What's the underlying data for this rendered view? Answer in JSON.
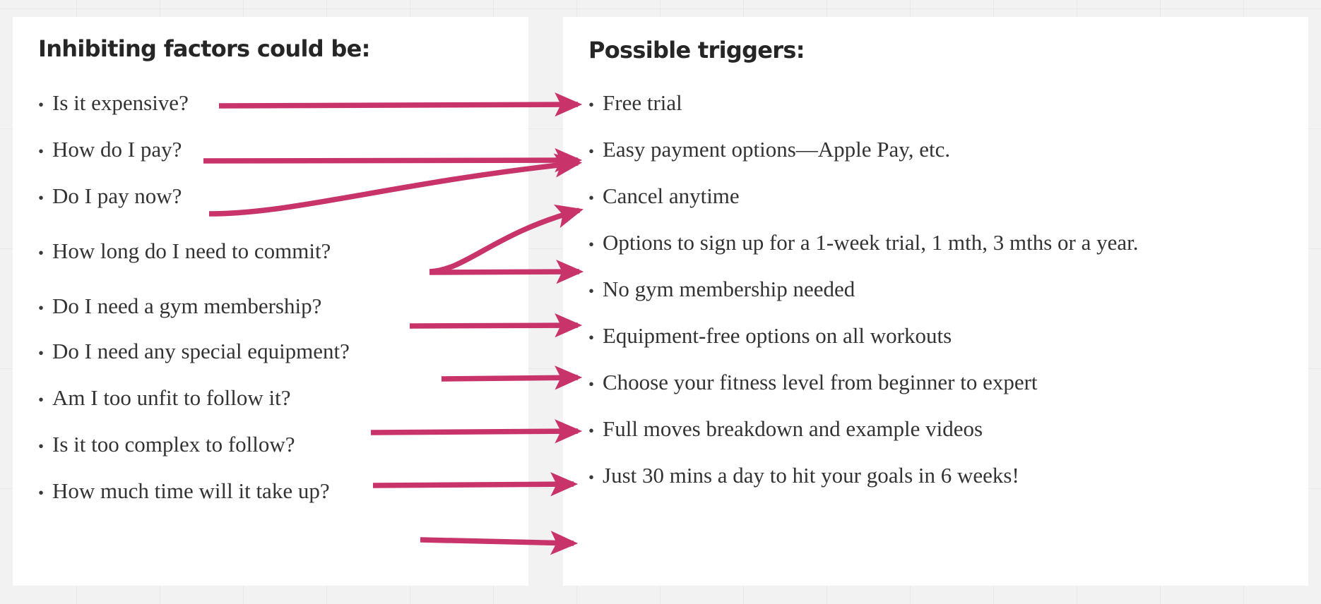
{
  "theme": {
    "page_background": "#f2f2f2",
    "card_background": "#ffffff",
    "heading_color": "#262626",
    "body_text_color": "#333333",
    "arrow_color": "#c8336a"
  },
  "left_panel": {
    "heading": "Inhibiting factors could be:",
    "bullet_glyph": "•",
    "items": [
      {
        "label": "Is it expensive?"
      },
      {
        "label": "How do I pay?"
      },
      {
        "label": "Do I pay now?"
      },
      {
        "label": "How long do I need to commit?"
      },
      {
        "label": "Do I need a gym membership?"
      },
      {
        "label": "Do I need any special equipment?"
      },
      {
        "label": "Am I too unfit to follow it?"
      },
      {
        "label": "Is it too complex to follow?"
      },
      {
        "label": "How much time will it take up?"
      }
    ]
  },
  "right_panel": {
    "heading": "Possible triggers:",
    "bullet_glyph": "•",
    "items": [
      {
        "label": "Free trial"
      },
      {
        "label": "Easy payment options—Apple Pay, etc."
      },
      {
        "label": "Cancel anytime"
      },
      {
        "label": "Options to sign up for a 1-week trial, 1 mth, 3 mths or a year."
      },
      {
        "label": "No gym membership needed"
      },
      {
        "label": "Equipment-free options on all workouts"
      },
      {
        "label": "Choose your fitness level from beginner to expert"
      },
      {
        "label": "Full moves breakdown and example videos"
      },
      {
        "label": "Just 30 mins a day to hit your goals in 6 weeks!"
      }
    ]
  },
  "connections": [
    {
      "from": "Is it expensive?",
      "to": "Free trial",
      "shape": "straight"
    },
    {
      "from": "How do I pay?",
      "to": "Easy payment options—Apple Pay, etc.",
      "shape": "straight"
    },
    {
      "from": "Do I pay now?",
      "to": "Easy payment options—Apple Pay, etc.",
      "shape": "curved"
    },
    {
      "from": "How long do I need to commit?",
      "to": "Cancel anytime",
      "shape": "curved"
    },
    {
      "from": "How long do I need to commit?",
      "to": "Options to sign up for a 1-week trial, 1 mth, 3 mths or a year.",
      "shape": "straight"
    },
    {
      "from": "Do I need a gym membership?",
      "to": "No gym membership needed",
      "shape": "straight"
    },
    {
      "from": "Do I need any special equipment?",
      "to": "Equipment-free options on all workouts",
      "shape": "straight"
    },
    {
      "from": "Am I too unfit to follow it?",
      "to": "Choose your fitness level from beginner to expert",
      "shape": "straight"
    },
    {
      "from": "Is it too complex to follow?",
      "to": "Full moves breakdown and example videos",
      "shape": "straight"
    },
    {
      "from": "How much time will it take up?",
      "to": "Just 30 mins a day to hit your goals in 6 weeks!",
      "shape": "straight"
    }
  ]
}
